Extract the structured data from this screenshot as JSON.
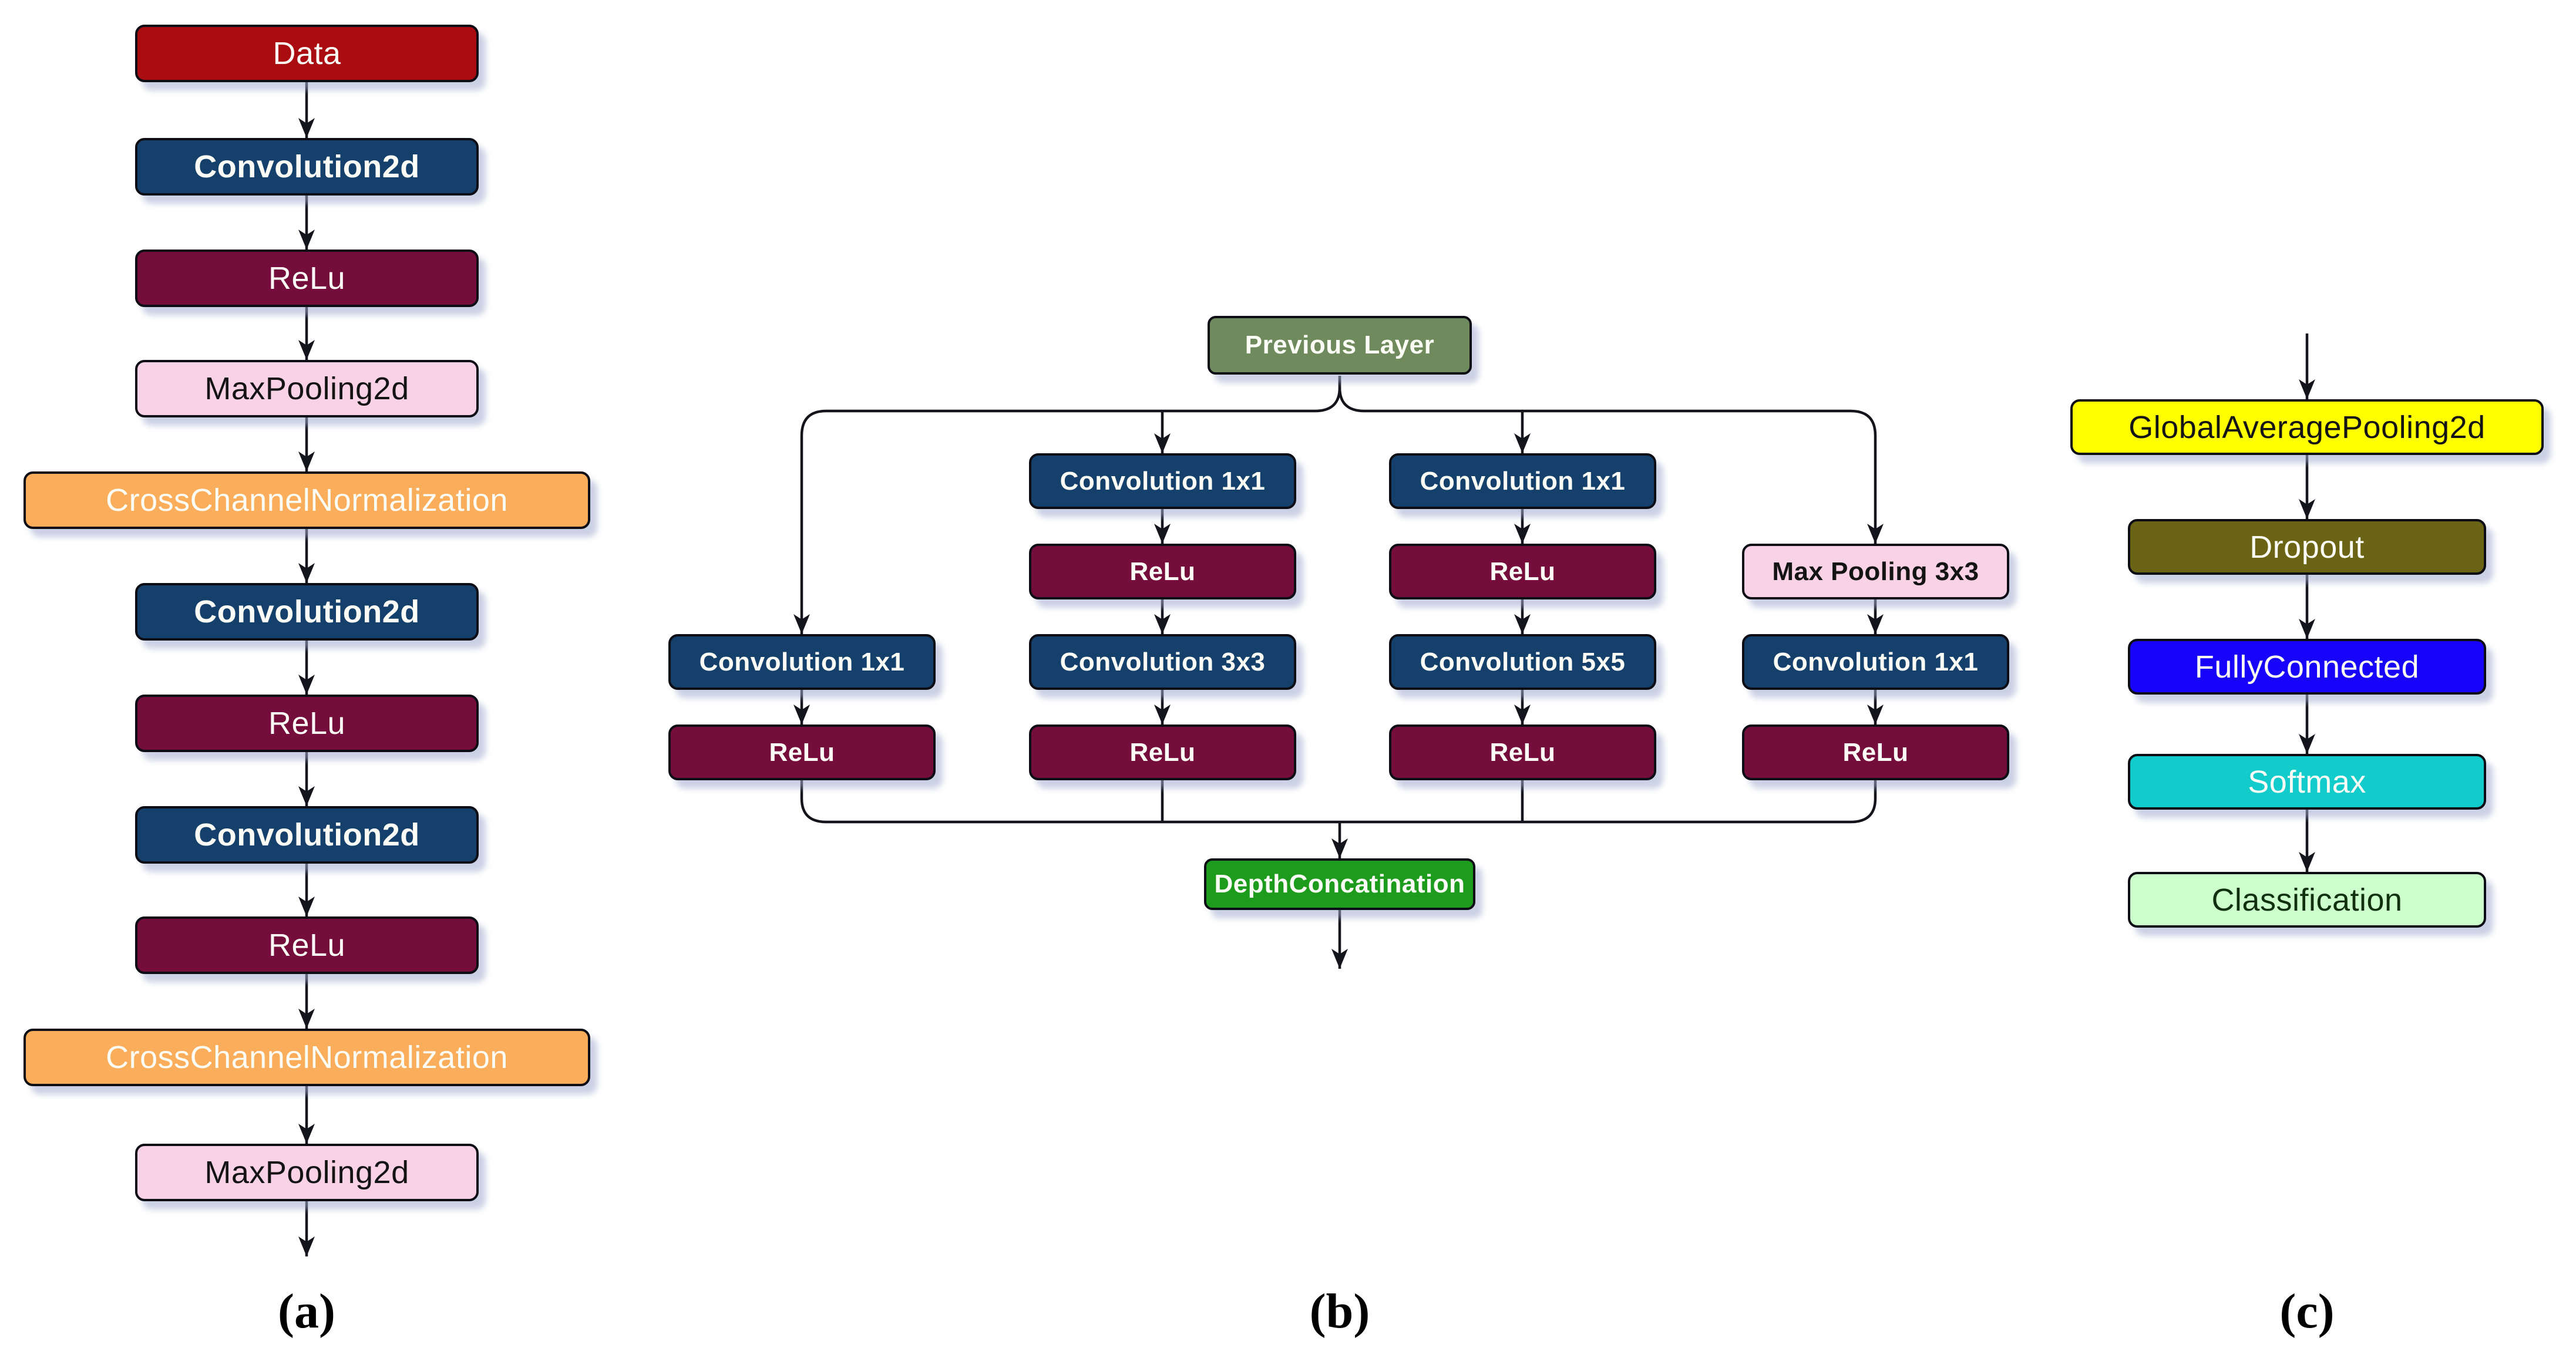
{
  "colors": {
    "background": "#ffffff",
    "data_red": "#a90d12",
    "conv_navy": "#14406b",
    "relu_maroon": "#740c3c",
    "pool_pink": "#f9d2e6",
    "norm_orange": "#faae5b",
    "prev_sage": "#6f8a5c",
    "concat_green": "#1d9b1d",
    "gap_yellow": "#ffff00",
    "dropout_olive": "#6b6414",
    "fc_blue": "#1703fa",
    "softmax_cyan": "#12cbcb",
    "class_mint": "#ccffcc",
    "line_black": "#14141c"
  },
  "diagram_a": {
    "caption": "(a)",
    "nodes": [
      {
        "label": "Data"
      },
      {
        "label": "Convolution2d"
      },
      {
        "label": "ReLu"
      },
      {
        "label": "MaxPooling2d"
      },
      {
        "label": "CrossChannelNormalization"
      },
      {
        "label": "Convolution2d"
      },
      {
        "label": "ReLu"
      },
      {
        "label": "Convolution2d"
      },
      {
        "label": "ReLu"
      },
      {
        "label": "CrossChannelNormalization"
      },
      {
        "label": "MaxPooling2d"
      }
    ]
  },
  "diagram_b": {
    "caption": "(b)",
    "previous_layer": "Previous Layer",
    "branch1": [
      "Convolution 1x1",
      "ReLu"
    ],
    "branch2": [
      "Convolution 1x1",
      "ReLu",
      "Convolution 3x3",
      "ReLu"
    ],
    "branch3": [
      "Convolution 1x1",
      "ReLu",
      "Convolution 5x5",
      "ReLu"
    ],
    "branch4": [
      "Max Pooling 3x3",
      "Convolution 1x1",
      "ReLu"
    ],
    "concat": "DepthConcatination"
  },
  "diagram_c": {
    "caption": "(c)",
    "nodes": [
      "GlobalAveragePooling2d",
      "Dropout",
      "FullyConnected",
      "Softmax",
      "Classification"
    ]
  }
}
